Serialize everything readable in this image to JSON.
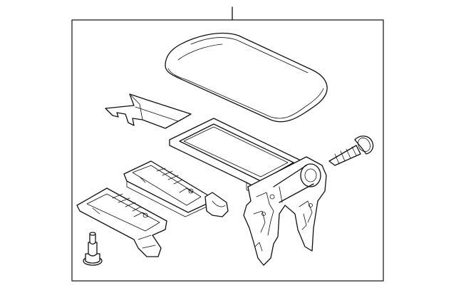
{
  "diagram": {
    "type": "exploded-parts-diagram",
    "colors": {
      "line": "#111111",
      "background": "#ffffff"
    },
    "parts": [
      {
        "name": "armrest-lid-cushion"
      },
      {
        "name": "lid-cover-plate"
      },
      {
        "name": "console-top-bezel"
      },
      {
        "name": "console-hinge-base"
      },
      {
        "name": "mounting-screw"
      },
      {
        "name": "upper-storage-tray"
      },
      {
        "name": "lower-storage-tray"
      },
      {
        "name": "console-bumper-stopper"
      }
    ]
  }
}
